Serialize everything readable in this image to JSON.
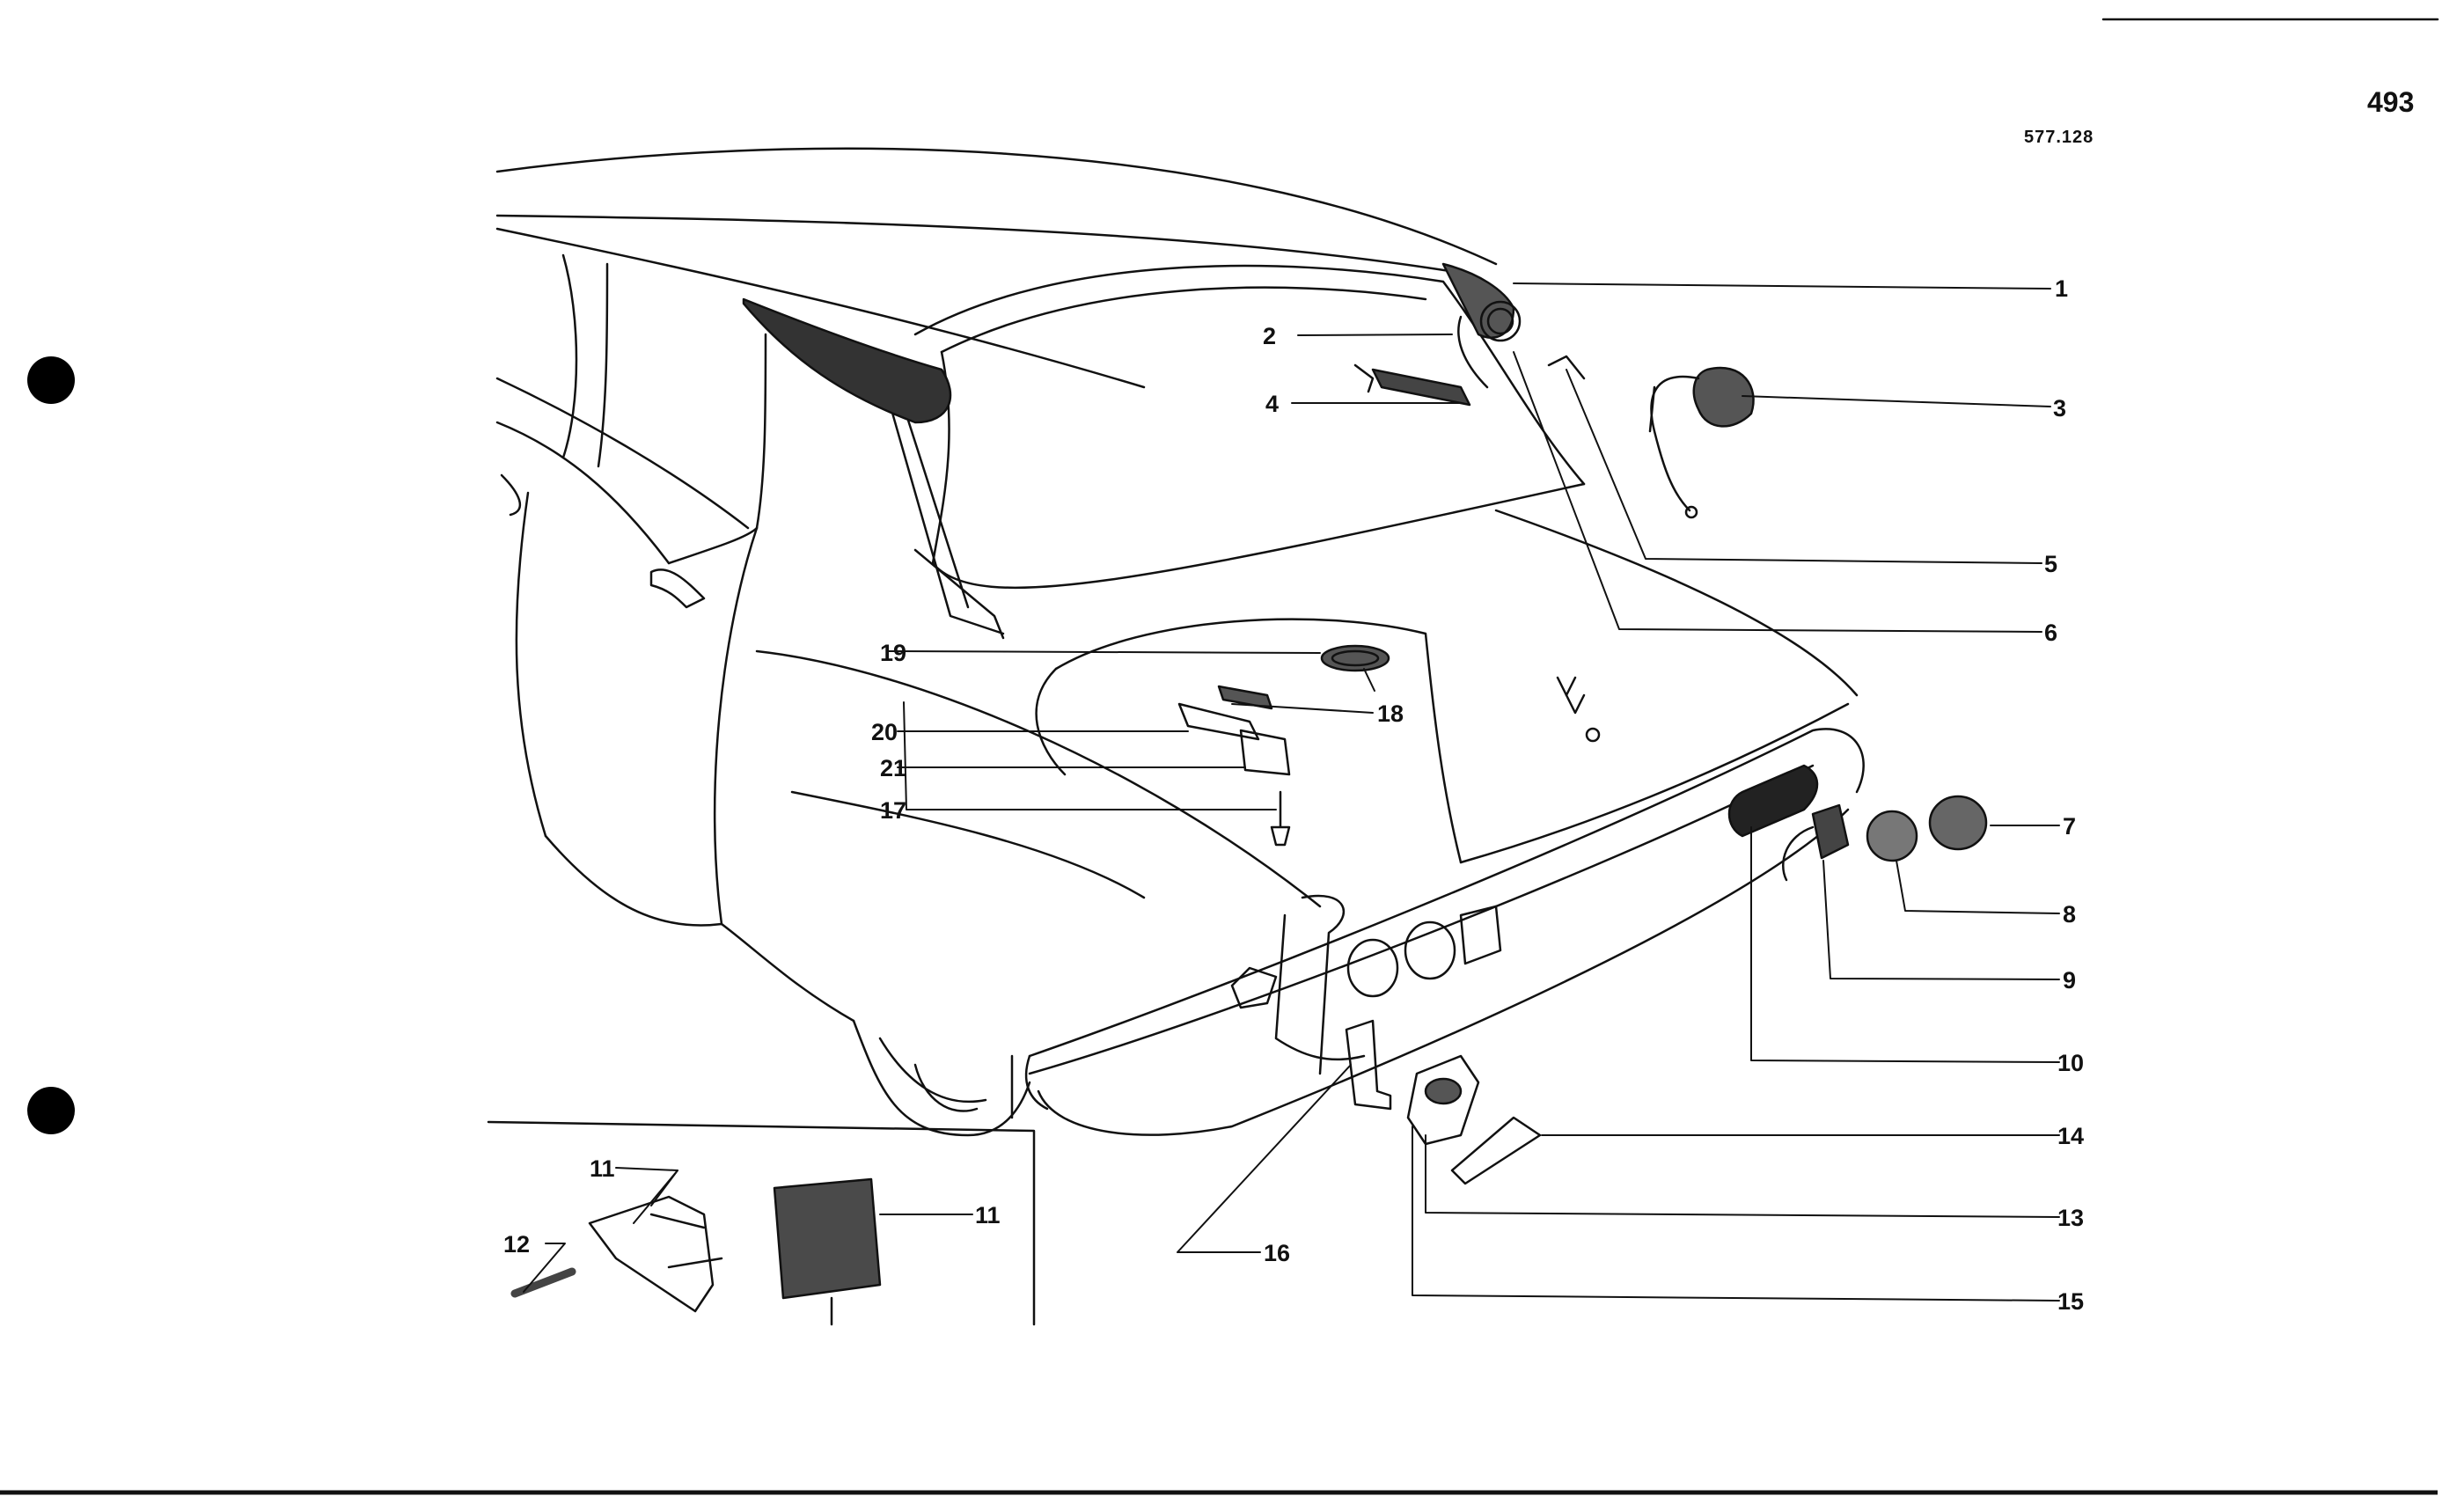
{
  "page": {
    "number": "493",
    "drawing_ref": "577.128"
  },
  "callouts": [
    {
      "id": "1",
      "label": "1"
    },
    {
      "id": "2",
      "label": "2"
    },
    {
      "id": "3",
      "label": "3"
    },
    {
      "id": "4",
      "label": "4"
    },
    {
      "id": "5",
      "label": "5"
    },
    {
      "id": "6",
      "label": "6"
    },
    {
      "id": "7",
      "label": "7"
    },
    {
      "id": "8",
      "label": "8"
    },
    {
      "id": "9",
      "label": "9"
    },
    {
      "id": "10",
      "label": "10"
    },
    {
      "id": "11",
      "label": "11"
    },
    {
      "id": "11b",
      "label": "11"
    },
    {
      "id": "12",
      "label": "12"
    },
    {
      "id": "13",
      "label": "13"
    },
    {
      "id": "14",
      "label": "14"
    },
    {
      "id": "15",
      "label": "15"
    },
    {
      "id": "16",
      "label": "16"
    },
    {
      "id": "17",
      "label": "17"
    },
    {
      "id": "18",
      "label": "18"
    },
    {
      "id": "19",
      "label": "19"
    },
    {
      "id": "20",
      "label": "20"
    },
    {
      "id": "21",
      "label": "21"
    }
  ]
}
